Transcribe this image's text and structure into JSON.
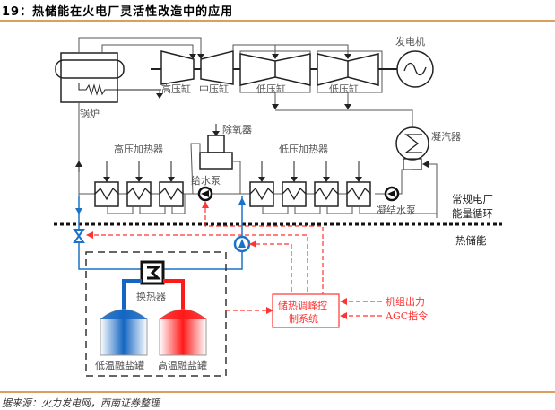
{
  "figure": {
    "title": "19：热储能在火电厂灵活性改造中的应用",
    "source": "据来源：火力发电网，西南证券整理"
  },
  "diagram": {
    "labels": {
      "boiler": "锅炉",
      "hp_cylinder": "高压缸",
      "ip_cylinder": "中压缸",
      "lp_cylinder_1": "低压缸",
      "lp_cylinder_2": "低压缸",
      "generator": "发电机",
      "deaerator": "除氧器",
      "condenser": "凝汽器",
      "hp_heaters": "高压加热器",
      "lp_heaters": "低压加热器",
      "feed_pump": "给水泵",
      "condensate_pump": "凝结水泵",
      "heat_exchanger": "换热器",
      "cold_tank": "低温融盐罐",
      "hot_tank": "高温融盐罐",
      "control_system_line1": "储热调峰控",
      "control_system_line2": "制系统",
      "input_unit_output": "机组出力",
      "input_agc": "AGC指令"
    },
    "zones": {
      "upper": "常规电厂",
      "upper_line2": "能量循环",
      "lower": "热储能"
    },
    "colors": {
      "process_line": "#555555",
      "water_line": "#1a73c9",
      "control_line": "#ff3333",
      "hot_salt": "#ff1a1a",
      "cold_salt": "#1466c2",
      "accent_rule": "#d9a05b"
    }
  }
}
